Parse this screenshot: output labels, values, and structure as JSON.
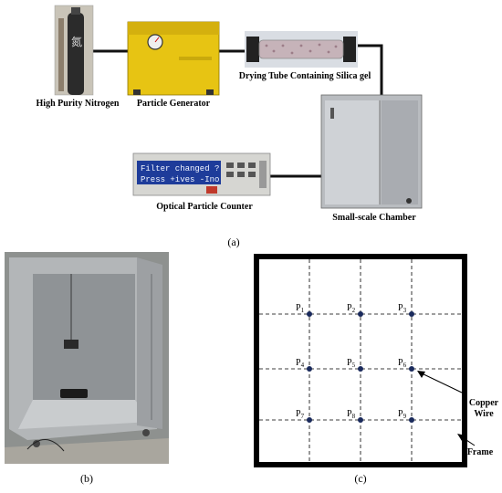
{
  "panel_a": {
    "label": "(a)",
    "nitrogen_caption": "High Purity Nitrogen",
    "generator_caption": "Particle Generator",
    "drying_caption": "Drying Tube Containing Silica gel",
    "chamber_caption": "Small-scale Chamber",
    "counter_caption": "Optical Particle Counter",
    "lcd_line1": "Filter changed ?",
    "lcd_line2": "Press +ives -Ino"
  },
  "panel_b": {
    "label": "(b)"
  },
  "panel_c": {
    "label": "(c)",
    "copper_wire_label_1": "Copper",
    "copper_wire_label_2": "Wire",
    "frame_label": "Frame",
    "points": [
      {
        "base": "P",
        "sub": "1"
      },
      {
        "base": "P",
        "sub": "2"
      },
      {
        "base": "P",
        "sub": "3"
      },
      {
        "base": "P",
        "sub": "4"
      },
      {
        "base": "P",
        "sub": "5"
      },
      {
        "base": "P",
        "sub": "6"
      },
      {
        "base": "P",
        "sub": "7"
      },
      {
        "base": "P",
        "sub": "8"
      },
      {
        "base": "P",
        "sub": "9"
      }
    ]
  }
}
